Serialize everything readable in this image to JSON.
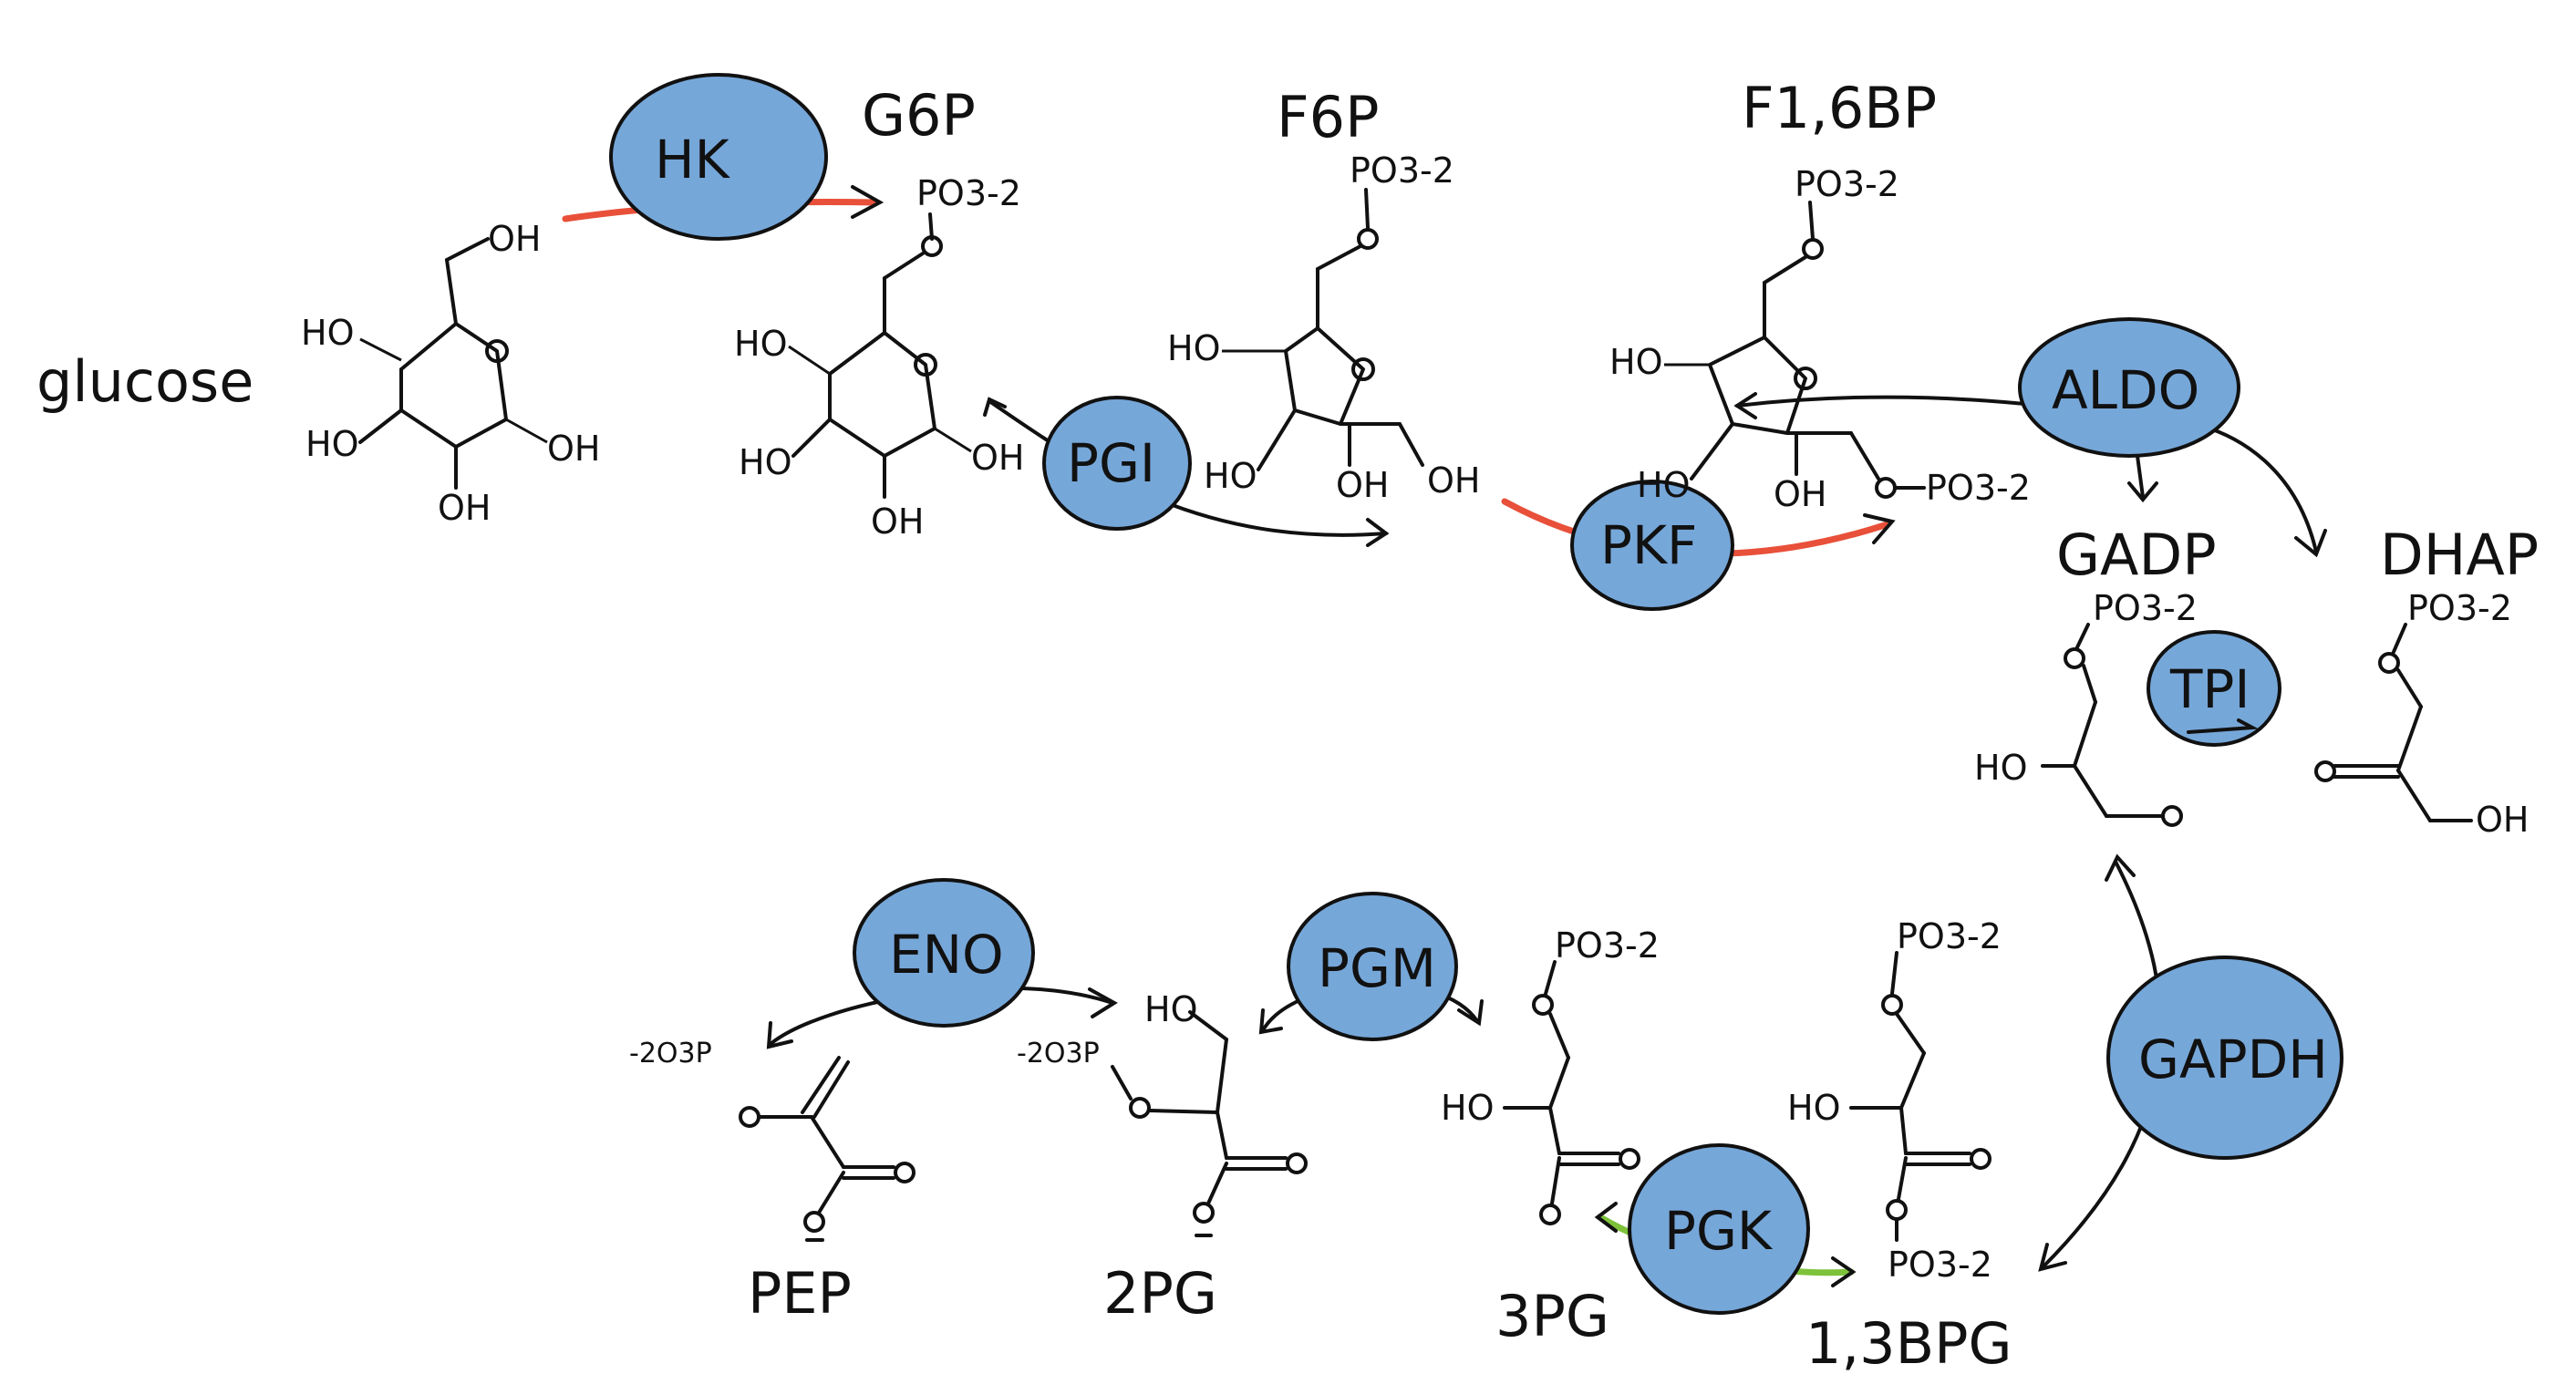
{
  "colors": {
    "enzyme_fill": "#76a7d9",
    "irreversible_arrow": "#e8503a",
    "pgk_arrow": "#7dc23a",
    "ink": "#111111"
  },
  "molecules": {
    "glucose": "glucose",
    "g6p": "G6P",
    "f6p": "F6P",
    "f16bp": "F1,6BP",
    "gadp": "GADP",
    "dhap": "DHAP",
    "bpg13": "1,3BPG",
    "pg3": "3PG",
    "pg2": "2PG",
    "pep": "PEP"
  },
  "enzymes": {
    "hk": "HK",
    "pgi": "PGI",
    "pkf": "PKF",
    "aldo": "ALDO",
    "tpi": "TPI",
    "gapdh": "GAPDH",
    "pgk": "PGK",
    "pgm": "PGM",
    "eno": "ENO"
  },
  "labels": {
    "phosphate": "PO3-2",
    "oh": "OH",
    "ho": "HO",
    "phos_left": "-2O3P"
  }
}
